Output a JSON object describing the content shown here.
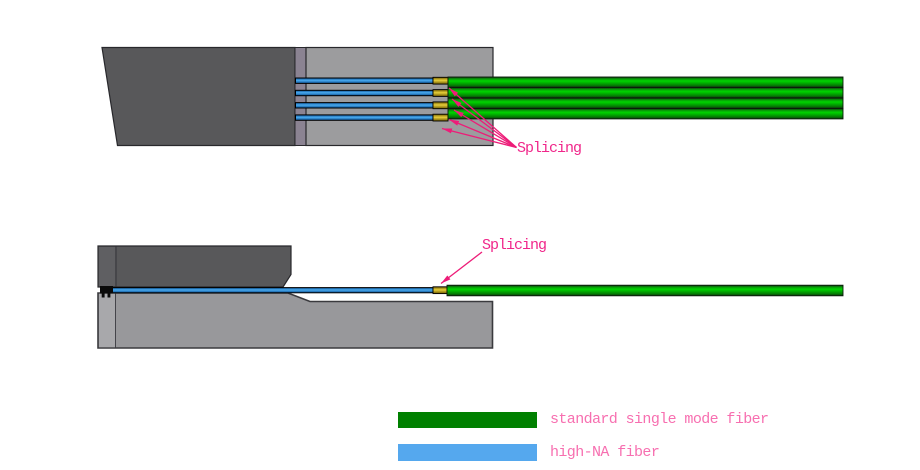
{
  "annotations": {
    "top_splicing": "Splicing",
    "side_splicing": "Splicing"
  },
  "legend": {
    "items": [
      {
        "id": "standard-single-mode-fiber",
        "swatch_color": "#008000",
        "label": "standard single mode fiber"
      },
      {
        "id": "high-na-fiber",
        "swatch_color": "#55a8ee",
        "label": "high-NA fiber"
      }
    ]
  },
  "views": {
    "top_view": {
      "fiber_count": 4,
      "splice_count": 4,
      "left_fiber_type": "high-NA fiber",
      "right_fiber_type": "standard single mode fiber"
    },
    "side_view": {
      "fiber_count": 1,
      "splice_count": 1,
      "left_fiber_type": "high-NA fiber",
      "right_fiber_type": "standard single mode fiber"
    }
  },
  "colors": {
    "annotation_pink": "#f0268a",
    "legend_text_pink": "#f76fb0",
    "leader_line_pink": "#ed1c78",
    "dark_block_gray": "#58585a",
    "ferrule_strip_lavender": "#8b8392",
    "holder_block_gray": "#9c9c9e",
    "base_block_gray": "#98989b",
    "base_left_column_gray": "#a8a8ab",
    "fiber_blue_bright": "#4aabf0",
    "fiber_blue_dark": "#0a4f92",
    "fiber_green_bright": "#00d400",
    "fiber_green_dark": "#123012",
    "splice_yellow_bright": "#e8cf3a",
    "splice_yellow_dark": "#6e5a00",
    "clamp_mark_black": "#0a0a0a"
  }
}
